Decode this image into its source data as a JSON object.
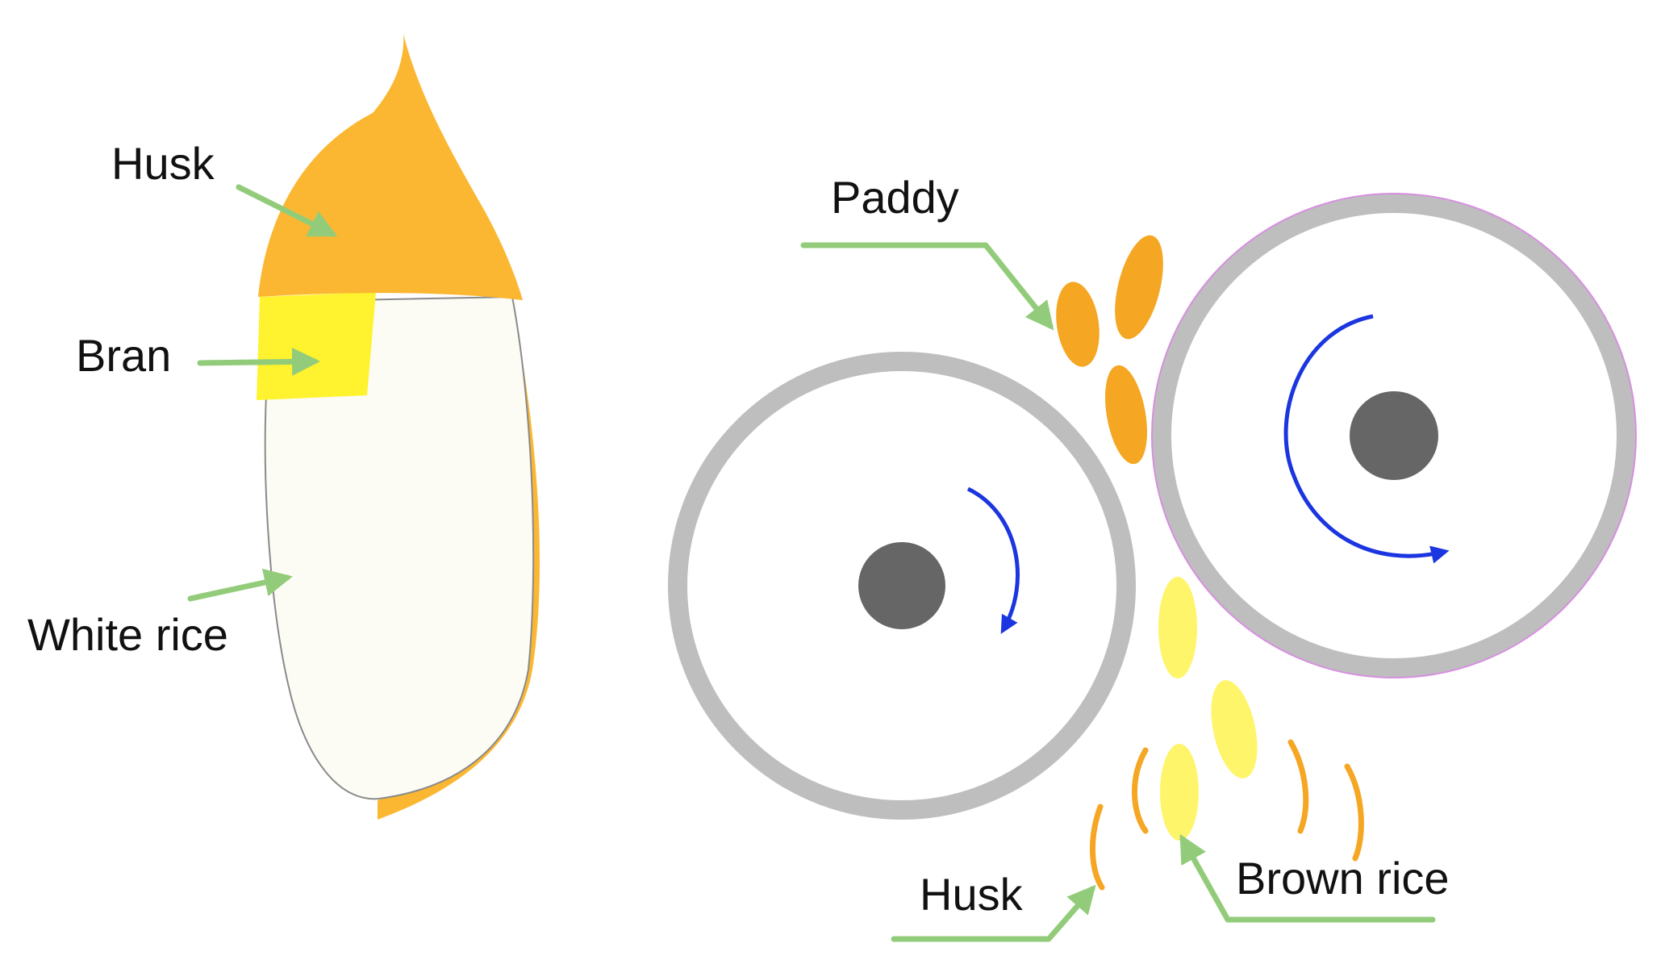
{
  "labels": {
    "grain_husk": "Husk",
    "grain_bran": "Bran",
    "grain_white_rice": "White rice",
    "mill_paddy": "Paddy",
    "mill_husk": "Husk",
    "mill_brown_rice": "Brown rice"
  },
  "colors": {
    "husk": "#FBB731",
    "bran": "#FFF22E",
    "white_rice": "#FCFCF4",
    "paddy": "#F5A623",
    "brown_rice": "#FFF56B",
    "roller_ring": "#BEBEBE",
    "roller_hub": "#666666",
    "rotation_arrow": "#1B35E0",
    "leader_arrow": "#92CC7A"
  },
  "icons": [
    "rotation-arrow-icon"
  ]
}
